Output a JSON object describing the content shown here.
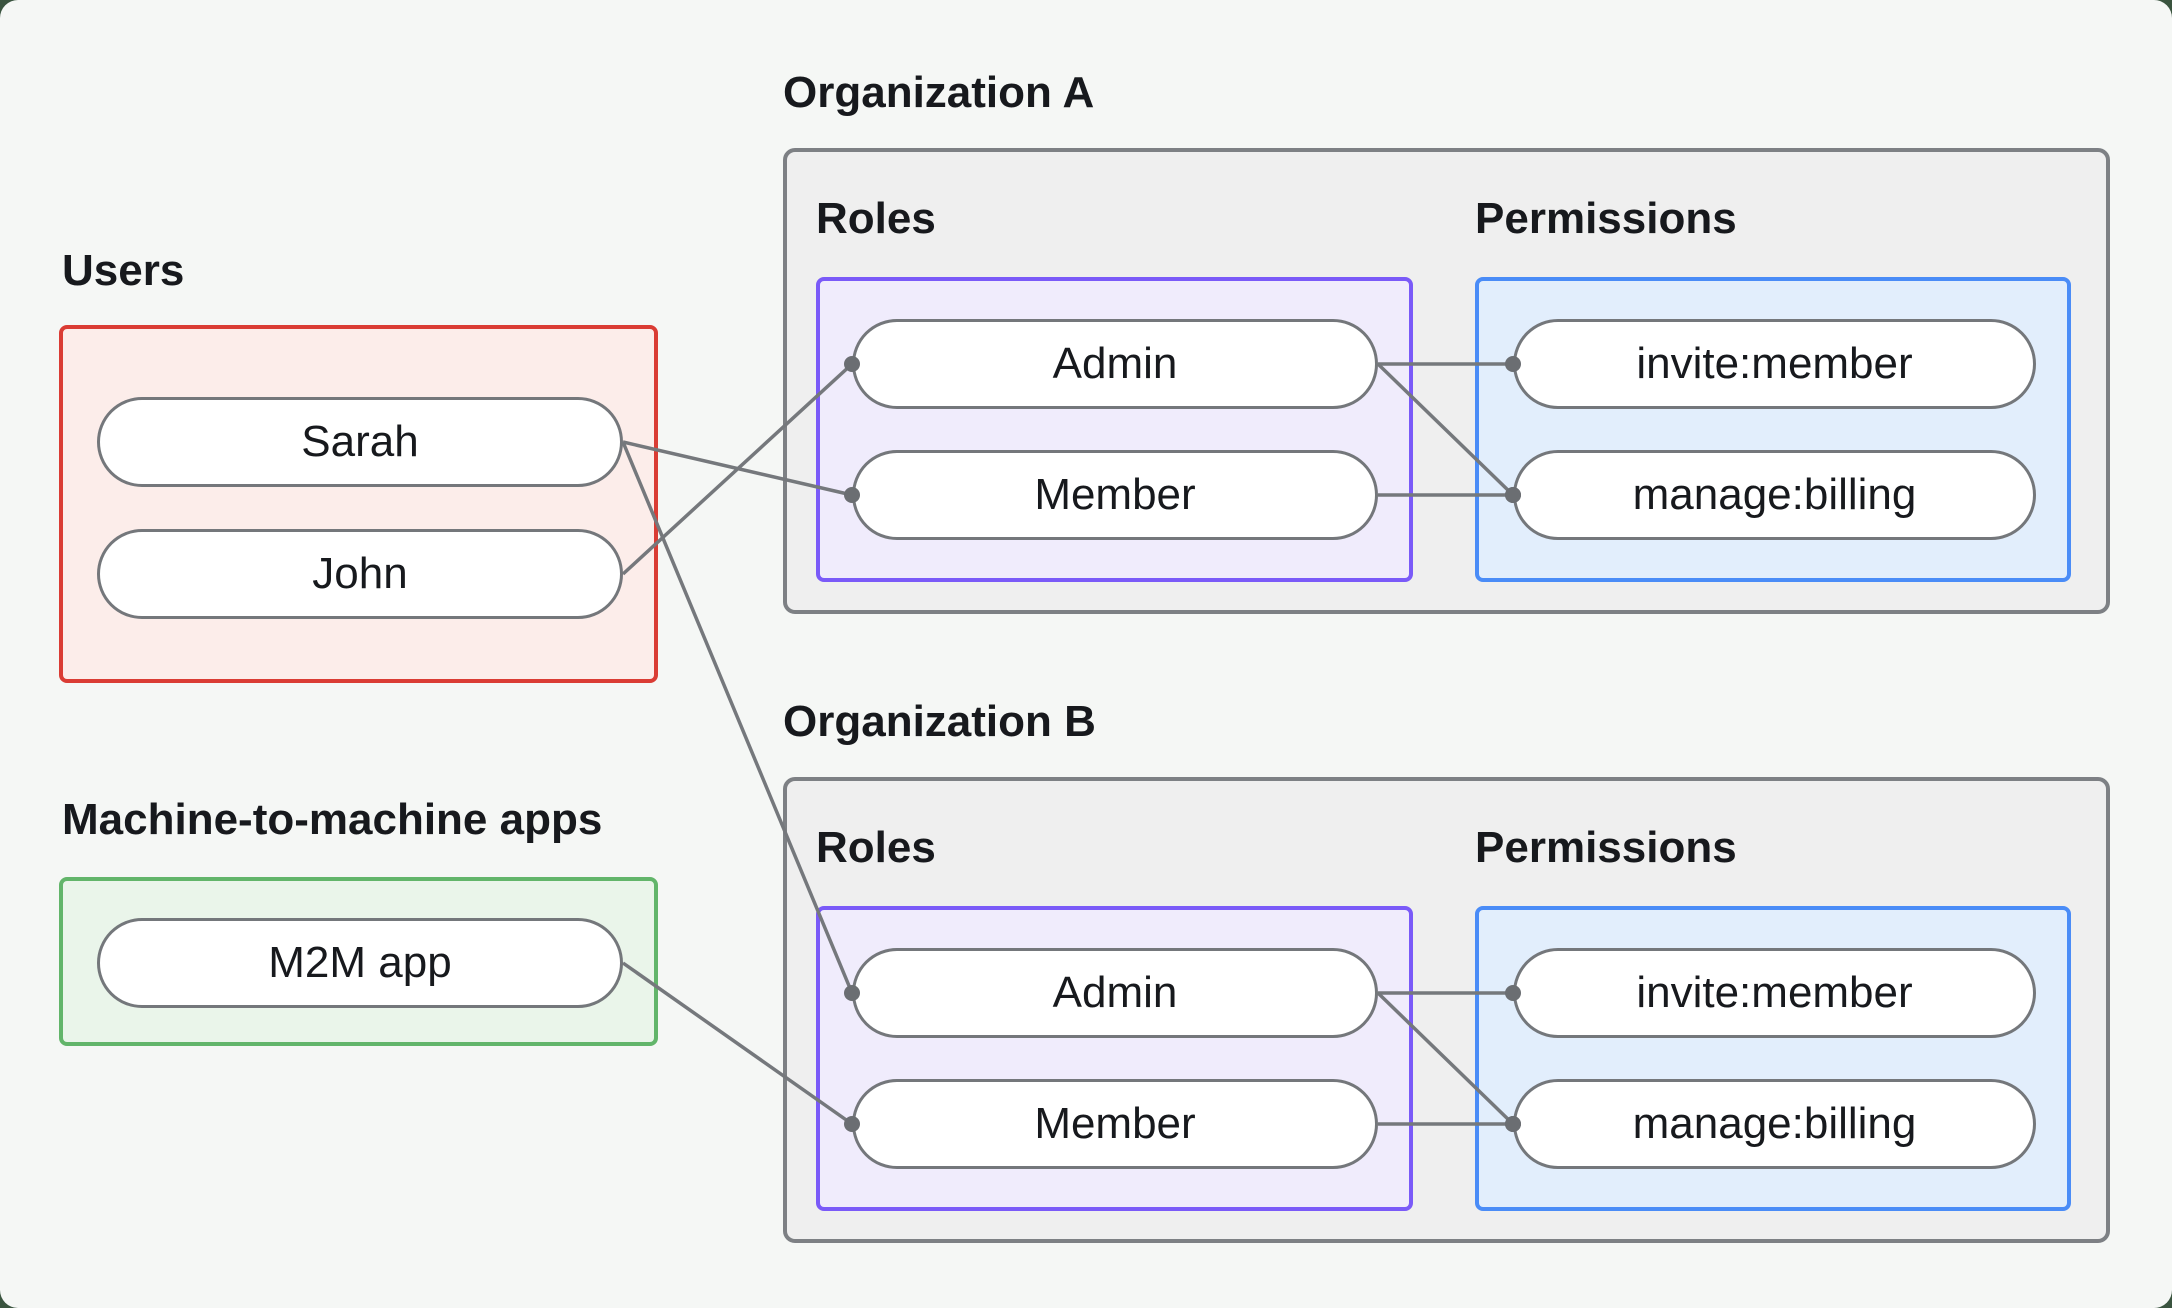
{
  "page": {
    "background": "#f5f7f5",
    "outer_background": "#3a543f"
  },
  "users_group": {
    "label": "Users",
    "items": [
      {
        "id": "sarah",
        "label": "Sarah"
      },
      {
        "id": "john",
        "label": "John"
      }
    ]
  },
  "m2m_group": {
    "label": "Machine-to-machine apps",
    "items": [
      {
        "id": "m2m",
        "label": "M2M app"
      }
    ]
  },
  "org_a": {
    "title": "Organization A",
    "roles_label": "Roles",
    "permissions_label": "Permissions",
    "roles": [
      {
        "id": "orgA-admin",
        "label": "Admin"
      },
      {
        "id": "orgA-member",
        "label": "Member"
      }
    ],
    "permissions": [
      {
        "id": "orgA-invite",
        "label": "invite:member"
      },
      {
        "id": "orgA-billing",
        "label": "manage:billing"
      }
    ]
  },
  "org_b": {
    "title": "Organization B",
    "roles_label": "Roles",
    "permissions_label": "Permissions",
    "roles": [
      {
        "id": "orgB-admin",
        "label": "Admin"
      },
      {
        "id": "orgB-member",
        "label": "Member"
      }
    ],
    "permissions": [
      {
        "id": "orgB-invite",
        "label": "invite:member"
      },
      {
        "id": "orgB-billing",
        "label": "manage:billing"
      }
    ]
  },
  "edges": [
    {
      "from": "sarah",
      "to": "orgA-member"
    },
    {
      "from": "john",
      "to": "orgA-admin"
    },
    {
      "from": "sarah",
      "to": "orgB-admin"
    },
    {
      "from": "m2m",
      "to": "orgB-member"
    },
    {
      "from": "orgA-admin",
      "to": "orgA-invite"
    },
    {
      "from": "orgA-admin",
      "to": "orgA-billing"
    },
    {
      "from": "orgA-member",
      "to": "orgA-billing"
    },
    {
      "from": "orgB-admin",
      "to": "orgB-invite"
    },
    {
      "from": "orgB-admin",
      "to": "orgB-billing"
    },
    {
      "from": "orgB-member",
      "to": "orgB-billing"
    }
  ],
  "colors": {
    "text": "#17191d",
    "users_border": "#da3c34",
    "users_fill": "#fcedea",
    "m2m_border": "#62b56a",
    "m2m_fill": "#eaf5ea",
    "roles_border": "#7a5af8",
    "roles_fill": "#f0ecfc",
    "permissions_border": "#4a8cf7",
    "permissions_fill": "#e2eefc",
    "org_border": "#7d8084",
    "org_fill": "#efefef",
    "node_border": "#74777b",
    "node_fill": "#ffffff",
    "edge": "#75787c",
    "edge_dot": "#6b6e72"
  }
}
